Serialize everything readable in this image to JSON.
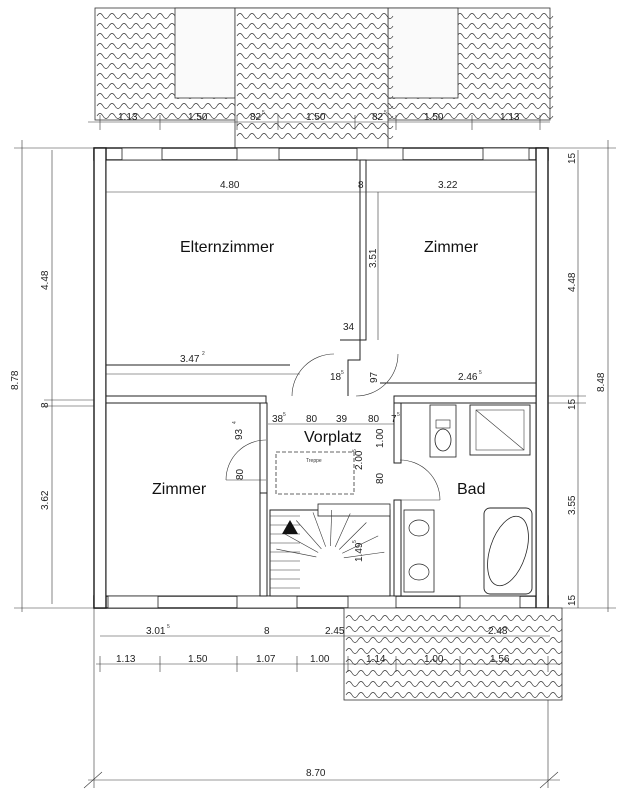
{
  "rooms": {
    "elternzimmer": "Elternzimmer",
    "zimmer_top": "Zimmer",
    "zimmer_bottom": "Zimmer",
    "vorplatz": "Vorplatz",
    "bad": "Bad"
  },
  "stair_label": "Treppe",
  "dims_top": [
    "1.13",
    "1.50",
    "82",
    "1.50",
    "82",
    "1.50",
    "1.13"
  ],
  "dims_top_superscripts": [
    "5",
    "5"
  ],
  "dims_inner": {
    "elt_width": "4.80",
    "wall_8": "8",
    "zim_width": "3.22",
    "v_351": "3.51",
    "d_34": "34",
    "d_347": "3.47",
    "d_347_sup": "2",
    "d_185": "18",
    "d_185_sup": "5",
    "d_97": "97",
    "d_246": "2.46",
    "d_246_sup": "5",
    "d_93": "93",
    "d_93_sup": "4",
    "d_385": "38",
    "d_385_sup": "5",
    "d_80a": "80",
    "d_39": "39",
    "d_80b": "80",
    "d_7": "7",
    "d_7_sup": "5",
    "d_100v": "1.00",
    "d_200": "2.00",
    "d_200_sup": "5",
    "d_80c": "80",
    "d_80v": "80",
    "d_149": "1.49",
    "d_149_sup": "5"
  },
  "dims_left": {
    "total": "8.78",
    "upper": "4.48",
    "wall": "8",
    "lower": "3.62"
  },
  "dims_right": {
    "total": "8.48",
    "upper": "4.48",
    "lower": "3.55",
    "wall_top": "15",
    "wall_mid": "15",
    "wall_bot": "15"
  },
  "dims_bottom_row1": {
    "a": "3.01",
    "a_sup": "5",
    "b": "8",
    "c": "2.45",
    "d": "2.48"
  },
  "dims_bottom_row2": [
    "1.13",
    "1.50",
    "1.07",
    "1.00",
    "1.14",
    "1.00",
    "1.56"
  ],
  "dims_total_width": "8.70"
}
